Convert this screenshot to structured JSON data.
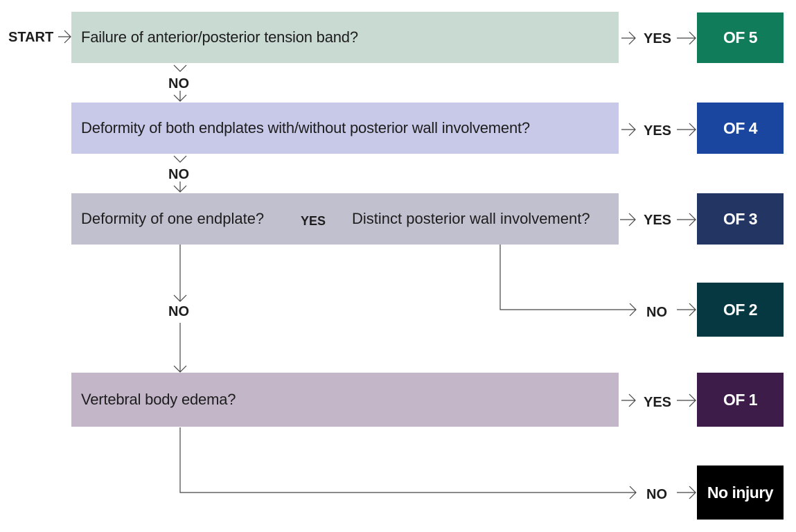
{
  "start_label": "START",
  "yes_label": "YES",
  "no_label": "NO",
  "questions": {
    "q1": "Failure of anterior/posterior tension band?",
    "q2": "Deformity of both endplates with/without posterior wall involvement?",
    "q3a": "Deformity of one endplate?",
    "q3b": "Distinct posterior wall involvement?",
    "q4": "Vertebral body edema?"
  },
  "outcomes": {
    "of5": "OF 5",
    "of4": "OF 4",
    "of3": "OF 3",
    "of2": "OF 2",
    "of1": "OF 1",
    "none": "No injury"
  },
  "colors": {
    "q1_bg": "#c9dad2",
    "q2_bg": "#c8c9e8",
    "q3_bg": "#c1c0cf",
    "q4_bg": "#c2b6c8",
    "of5": "#117c5a",
    "of4": "#1a46a0",
    "of3": "#233563",
    "of2": "#053840",
    "of1": "#3e1c4a",
    "none": "#000000",
    "line": "#444444"
  }
}
